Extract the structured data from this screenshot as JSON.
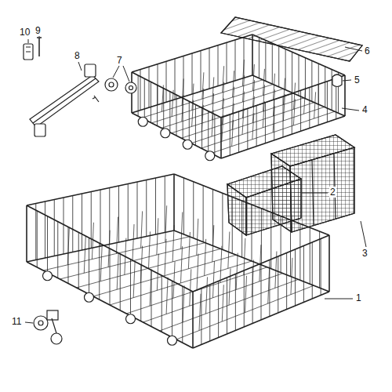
{
  "diagram": {
    "labels": [
      "10",
      "9",
      "8",
      "7",
      "6",
      "5",
      "4",
      "2",
      "3",
      "1",
      "11"
    ]
  }
}
